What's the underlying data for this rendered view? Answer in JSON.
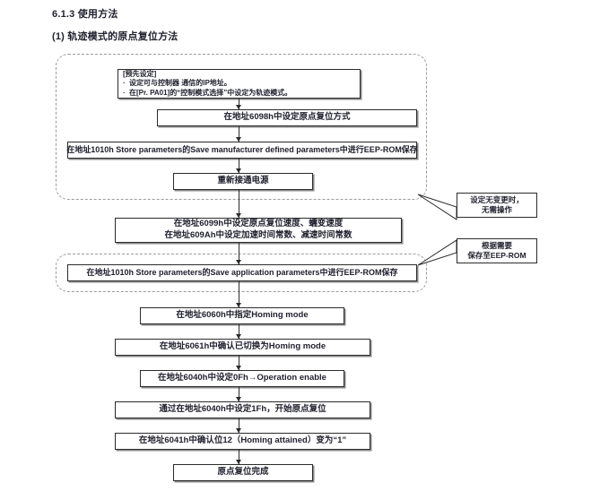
{
  "document": {
    "section_number": "6.1.3 使用方法",
    "section_subtitle": "(1) 轨迹模式的原点复位方法"
  },
  "flowchart": {
    "preset_note": {
      "title": "[预先设定]",
      "bullet_marker": "·",
      "items": [
        "设定可与控制器 通信的IP地址。",
        "在[Pr. PA01]的“控制模式选择”中设定为轨迹模式。"
      ]
    },
    "steps": [
      {
        "id": "set-homing-method",
        "text": "在地址6098h中设定原点复位方式"
      },
      {
        "id": "store-manufacturer-params",
        "text": "在地址1010h Store parameters的Save manufacturer defined parameters中进行EEP-ROM保存"
      },
      {
        "id": "power-cycle",
        "text": "重新接通电源"
      },
      {
        "id": "set-speeds",
        "line1": "在地址6099h中设定原点复位速度、蠕变速度",
        "line2": "在地址609Ah中设定加速时间常数、减速时间常数"
      },
      {
        "id": "store-application-params",
        "text": "在地址1010h Store parameters的Save application parameters中进行EEP-ROM保存"
      },
      {
        "id": "specify-homing-mode",
        "text": "在地址6060h中指定Homing mode"
      },
      {
        "id": "confirm-homing-mode",
        "text": "在地址6061h中确认已切换为Homing mode"
      },
      {
        "id": "set-operation-enable",
        "text": "在地址6040h中设定0Fh→Operation enable"
      },
      {
        "id": "start-homing",
        "text": "通过在地址6040h中设定1Fh，开始原点复位"
      },
      {
        "id": "confirm-homing-attained",
        "text": "在地址6041h中确认位12（Homing attained）变为“1”"
      },
      {
        "id": "homing-complete",
        "text": "原点复位完成"
      }
    ],
    "annotations": [
      {
        "id": "no-change-needed",
        "line1": "设定无变更时，",
        "line2": "无需操作"
      },
      {
        "id": "save-as-needed",
        "line1": "根据需要",
        "line2": "保存至EEP-ROM"
      }
    ]
  },
  "colors": {
    "text": "#1f1f2e",
    "line": "#2b2b2b",
    "dashed": "#9a9a9a",
    "background": "#ffffff"
  }
}
